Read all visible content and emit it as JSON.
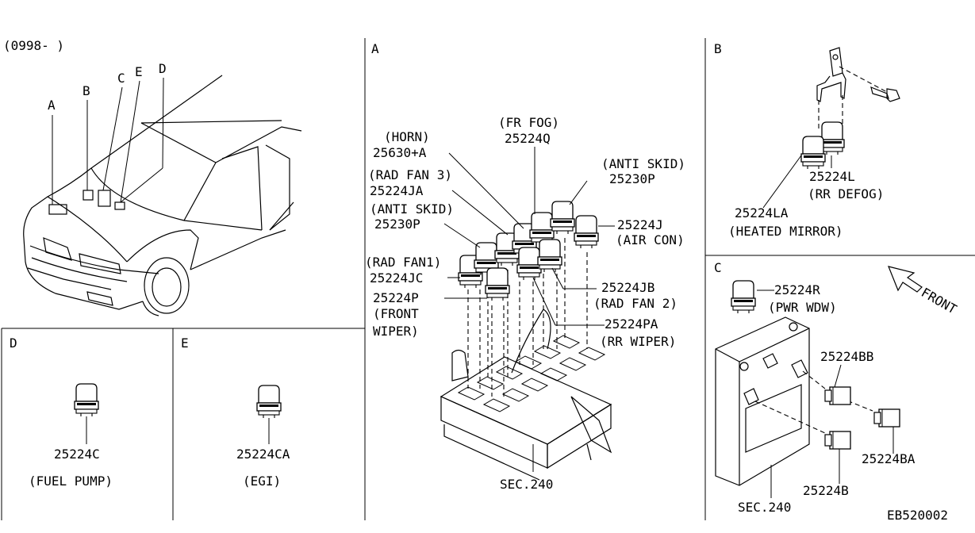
{
  "header": {
    "date_range": "(0998-        )"
  },
  "panels": {
    "overview": {
      "callouts": [
        "A",
        "B",
        "C",
        "E",
        "D"
      ]
    },
    "a": {
      "title": "A",
      "labels": {
        "fr_fog": "(FR FOG)",
        "p25224q": "25224Q",
        "horn": "(HORN)",
        "p25630a": "25630+A",
        "rad_fan3": "(RAD FAN 3)",
        "p25224ja": "25224JA",
        "anti_skid_l": "(ANTI SKID)",
        "p25230p_l": "25230P",
        "rad_fan1": "(RAD FAN1)",
        "p25224jc": "25224JC",
        "p25224p": "25224P",
        "front": "(FRONT",
        "wiper": "WIPER)",
        "anti_skid_r": "(ANTI SKID)",
        "p25230p_r": "25230P",
        "p25224j": "25224J",
        "air_con": "(AIR CON)",
        "p25224jb": "25224JB",
        "rad_fan2": "(RAD FAN 2)",
        "p25224pa": "25224PA",
        "rr_wiper": "(RR WIPER)",
        "sec240": "SEC.240"
      }
    },
    "b": {
      "title": "B",
      "labels": {
        "p25224l": "25224L",
        "rr_defog": "(RR DEFOG)",
        "p25224la": "25224LA",
        "heated_mirror": "(HEATED MIRROR)"
      }
    },
    "c": {
      "title": "C",
      "labels": {
        "front_arrow": "FRONT",
        "p25224r": "25224R",
        "pwr_wdw": "(PWR WDW)",
        "p25224bb": "25224BB",
        "p25224ba": "25224BA",
        "p25224b": "25224B",
        "sec240": "SEC.240"
      }
    },
    "d": {
      "title": "D",
      "labels": {
        "part": "25224C",
        "desc": "(FUEL PUMP)"
      }
    },
    "e": {
      "title": "E",
      "labels": {
        "part": "25224CA",
        "desc": "(EGI)"
      }
    }
  },
  "footer": {
    "code": "EB520002"
  },
  "icons": [
    "relay-icon",
    "bolt-icon",
    "bracket-icon",
    "front-arrow-icon",
    "car-icon",
    "fuse-block-icon",
    "junction-box-icon"
  ]
}
